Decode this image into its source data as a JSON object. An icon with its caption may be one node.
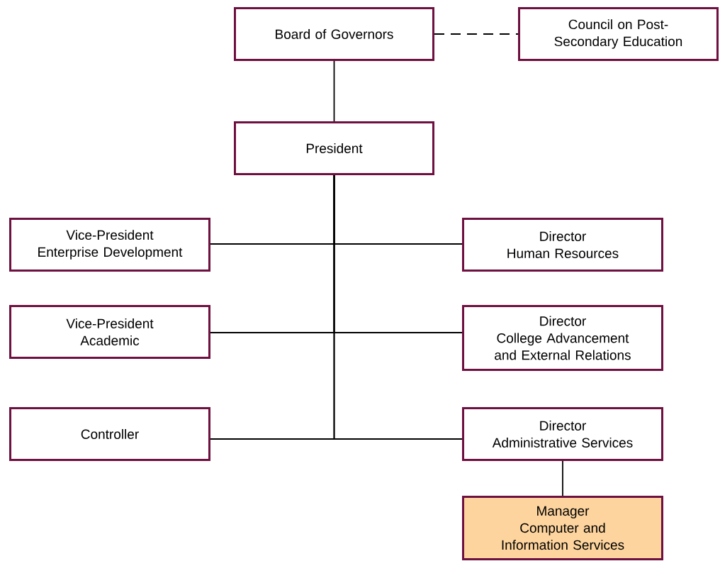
{
  "diagram": {
    "nodes": [
      {
        "text": [
          "Board of Governors"
        ]
      },
      {
        "text": [
          "Council on Post-Secondary Education"
        ]
      },
      {
        "text": [
          "President"
        ]
      },
      {
        "text": [
          "Vice-President",
          "Enterprise Development"
        ]
      },
      {
        "text": [
          "Director",
          "Human Resources"
        ]
      },
      {
        "text": [
          "Vice-President",
          "Academic"
        ]
      },
      {
        "text": [
          "Director",
          "College Advancement and External Relations"
        ]
      },
      {
        "text": [
          "Controller"
        ]
      },
      {
        "text": [
          "Director",
          "Administrative Services"
        ]
      },
      {
        "text": [
          "Manager",
          "Computer and Information Services"
        ]
      }
    ],
    "edges": [
      {
        "from": 0,
        "to": 1,
        "arrow": "none",
        "style": "dashed"
      },
      {
        "from": 0,
        "to": 2,
        "arrow": "none"
      },
      {
        "from": 2,
        "to": 3,
        "arrow": "none"
      },
      {
        "from": 2,
        "to": 4,
        "arrow": "none"
      },
      {
        "from": 2,
        "to": 5,
        "arrow": "none"
      },
      {
        "from": 2,
        "to": 6,
        "arrow": "none"
      },
      {
        "from": 2,
        "to": 7,
        "arrow": "none"
      },
      {
        "from": 2,
        "to": 8,
        "arrow": "none"
      },
      {
        "from": 8,
        "to": 9,
        "arrow": "none"
      }
    ]
  }
}
